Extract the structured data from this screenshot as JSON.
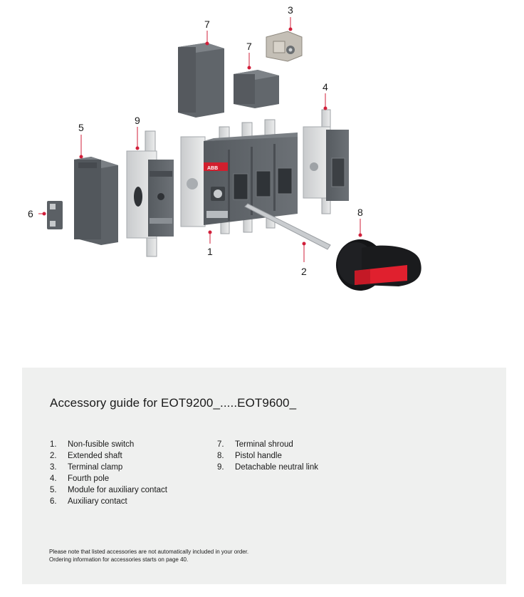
{
  "callouts": {
    "c1": "1",
    "c2": "2",
    "c3": "3",
    "c4": "4",
    "c5": "5",
    "c6": "6",
    "c7a": "7",
    "c7b": "7",
    "c8": "8",
    "c9": "9"
  },
  "product_brand": "ABB",
  "guide": {
    "title": "Accessory guide for EOT9200_.....EOT9600_",
    "left_items": [
      {
        "num": "1.",
        "label": "Non-fusible switch"
      },
      {
        "num": "2.",
        "label": "Extended shaft"
      },
      {
        "num": "3.",
        "label": "Terminal clamp"
      },
      {
        "num": "4.",
        "label": "Fourth pole"
      },
      {
        "num": "5.",
        "label": "Module for auxiliary contact"
      },
      {
        "num": "6.",
        "label": "Auxiliary contact"
      }
    ],
    "right_items": [
      {
        "num": "7.",
        "label": "Terminal shroud"
      },
      {
        "num": "8.",
        "label": "Pistol handle"
      },
      {
        "num": "9.",
        "label": "Detachable neutral link"
      }
    ],
    "footnote_line1": "Please note that listed accessories are not automatically included in your order.",
    "footnote_line2": "Ordering information for accessories  starts on page 40."
  },
  "colors": {
    "callout_dot": "#d11f3a",
    "panel_bg": "#eff0ef",
    "product_gray": "#5c6166",
    "handle_red": "#e0202e"
  }
}
